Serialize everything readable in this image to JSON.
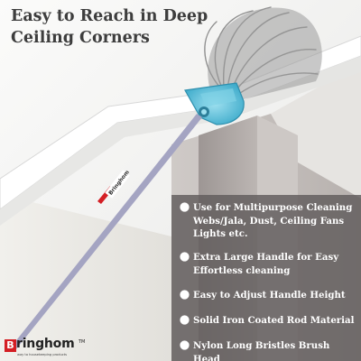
{
  "headline": {
    "line1": "Easy to Reach in Deep",
    "line2": "Ceiling Corners"
  },
  "features": [
    {
      "icon": "check-circle-icon",
      "line1": "Use for Multipurpose Cleaning",
      "line2": "Webs/Jala, Dust, Ceiling Fans",
      "line3": "Lights etc."
    },
    {
      "icon": "check-circle-icon",
      "line1": "Extra Large Handle for Easy",
      "line2": "Effortless cleaning"
    },
    {
      "icon": "check-circle-icon",
      "line1": "Easy to Adjust Handle Height"
    },
    {
      "icon": "check-circle-icon",
      "line1": "Solid Iron Coated Rod Material"
    },
    {
      "icon": "check-circle-icon",
      "line1": "Nylon Long Bristles Brush Head"
    }
  ],
  "brand": {
    "letter": "B",
    "name": "ringhom",
    "tm": "TM",
    "tagline": "way to housekeeping products",
    "handle_label": "Bringhom"
  },
  "colors": {
    "panel": "#605c5c",
    "brand_red": "#d41e24",
    "brush_head": "#5fc0d8",
    "handle": "#a6a6c6",
    "bristles": "#8a8a8a"
  }
}
